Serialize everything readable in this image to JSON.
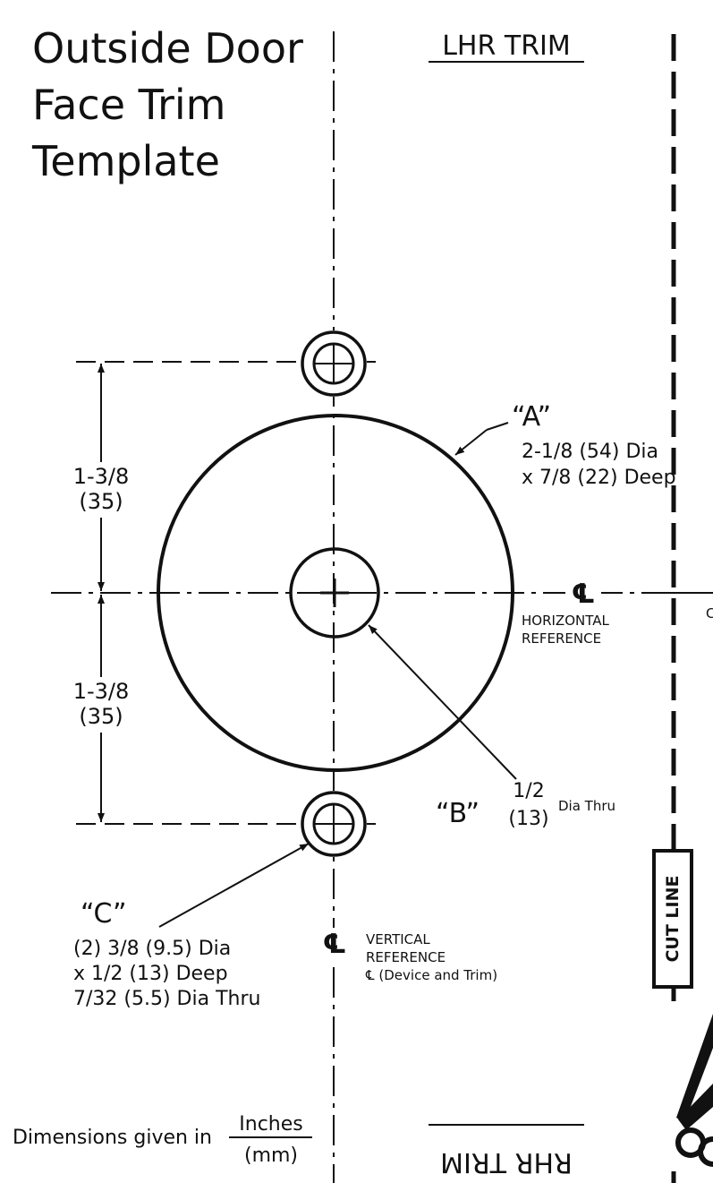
{
  "title": {
    "line1": "Outside Door",
    "line2": "Face Trim",
    "line3": "Template"
  },
  "header": {
    "top_label": "LHR TRIM",
    "bottom_label": "RHR TRIM"
  },
  "hole_a": {
    "letter": "“A”",
    "line1": "2-1/8 (54) Dia",
    "line2": "x 7/8 (22) Deep"
  },
  "hole_b": {
    "letter": "“B”",
    "num": "1/2",
    "mm": "(13)",
    "suffix": "Dia Thru"
  },
  "hole_c": {
    "letter": "“C”",
    "line1": "(2) 3/8 (9.5) Dia",
    "line2": "x 1/2 (13) Deep",
    "line3": "7/32 (5.5) Dia Thru"
  },
  "dim_upper": {
    "inches": "1-3/8",
    "mm": "(35)"
  },
  "dim_lower": {
    "inches": "1-3/8",
    "mm": "(35)"
  },
  "horizontal_ref": {
    "symbol": "℄",
    "line1": "HORIZONTAL",
    "line2": "REFERENCE"
  },
  "vertical_ref": {
    "symbol": "℄",
    "line1": "VERTICAL",
    "line2": "REFERENCE",
    "line3": "℄ (Device and Trim)"
  },
  "cut_line": {
    "label": "CUT LINE"
  },
  "edge_fragment": "C",
  "units": {
    "prefix": "Dimensions given in",
    "numerator": "Inches",
    "denominator": "(mm)"
  },
  "colors": {
    "ink": "#111111",
    "background": "#ffffff"
  },
  "icons": {
    "cut": "scissors-icon"
  }
}
